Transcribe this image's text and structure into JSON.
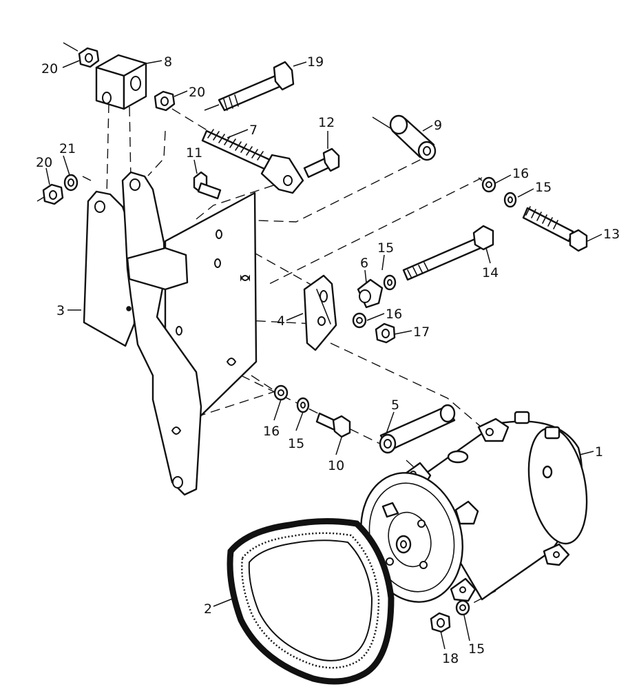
{
  "diagram": {
    "callouts": [
      {
        "id": "c1",
        "text": "1"
      },
      {
        "id": "c2",
        "text": "2"
      },
      {
        "id": "c3",
        "text": "3"
      },
      {
        "id": "c4",
        "text": "4"
      },
      {
        "id": "c5",
        "text": "5"
      },
      {
        "id": "c6",
        "text": "6"
      },
      {
        "id": "c7",
        "text": "7"
      },
      {
        "id": "c8",
        "text": "8"
      },
      {
        "id": "c9",
        "text": "9"
      },
      {
        "id": "c10",
        "text": "10"
      },
      {
        "id": "c11",
        "text": "11"
      },
      {
        "id": "c12",
        "text": "12"
      },
      {
        "id": "c13",
        "text": "13"
      },
      {
        "id": "c14",
        "text": "14"
      },
      {
        "id": "c15a",
        "text": "15"
      },
      {
        "id": "c15b",
        "text": "15"
      },
      {
        "id": "c15c",
        "text": "15"
      },
      {
        "id": "c15d",
        "text": "15"
      },
      {
        "id": "c16a",
        "text": "16"
      },
      {
        "id": "c16b",
        "text": "16"
      },
      {
        "id": "c16c",
        "text": "16"
      },
      {
        "id": "c17",
        "text": "17"
      },
      {
        "id": "c18",
        "text": "18"
      },
      {
        "id": "c19",
        "text": "19"
      },
      {
        "id": "c20a",
        "text": "20"
      },
      {
        "id": "c20b",
        "text": "20"
      },
      {
        "id": "c20c",
        "text": "20"
      },
      {
        "id": "c21",
        "text": "21"
      }
    ]
  }
}
